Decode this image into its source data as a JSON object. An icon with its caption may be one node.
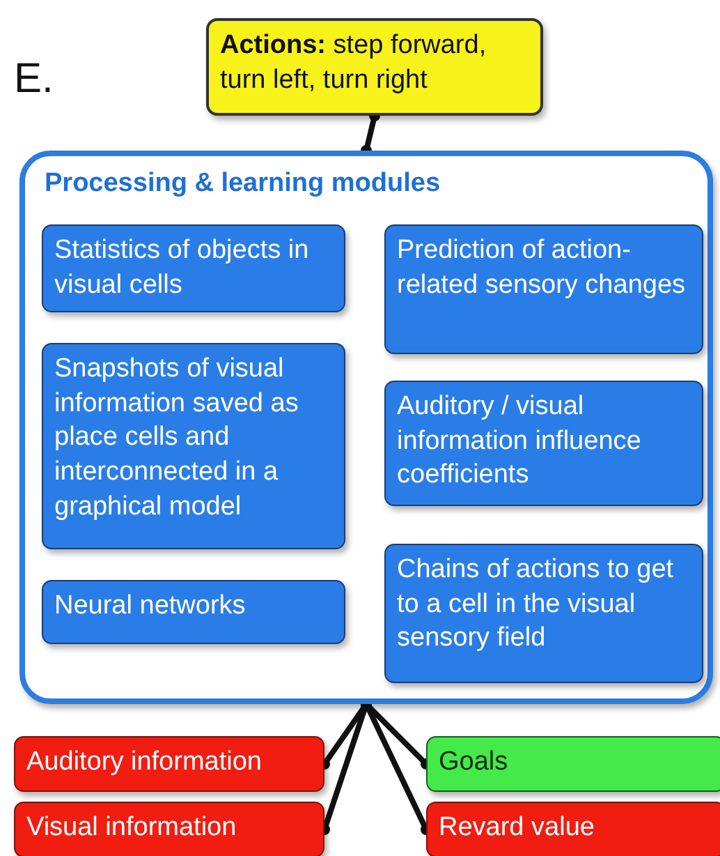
{
  "diagram": {
    "nodes": [
      {
        "text": [
          "**Actions:** step forward, turn left, turn right"
        ]
      },
      {
        "text": [
          "Processing & learning modules"
        ]
      },
      {
        "text": [
          "Statistics of objects in visual cells"
        ],
        "in": 1
      },
      {
        "text": [
          "Prediction of action-related sensory changes"
        ],
        "in": 1
      },
      {
        "text": [
          "Snapshots of visual information saved as place cells and interconnected in a graphical model"
        ],
        "in": 1
      },
      {
        "text": [
          "Auditory / visual information influence coefficients"
        ],
        "in": 1
      },
      {
        "text": [
          "Neural networks"
        ],
        "in": 1
      },
      {
        "text": [
          "Chains of actions to get to a cell in the visual sensory field"
        ],
        "in": 1
      },
      {
        "text": [
          "Auditory information"
        ]
      },
      {
        "text": [
          "Goals"
        ]
      },
      {
        "text": [
          "Visual information"
        ]
      },
      {
        "text": [
          "Revard value"
        ]
      }
    ],
    "edges": [
      {
        "from": 0,
        "to": 1,
        "arrow": "other"
      },
      {
        "from": 1,
        "to": 8,
        "arrow": "other"
      },
      {
        "from": 1,
        "to": 10,
        "arrow": "other"
      },
      {
        "from": 1,
        "to": 9,
        "arrow": "other"
      },
      {
        "from": 1,
        "to": 11,
        "arrow": "other"
      }
    ],
    "labels": [
      "E."
    ]
  }
}
